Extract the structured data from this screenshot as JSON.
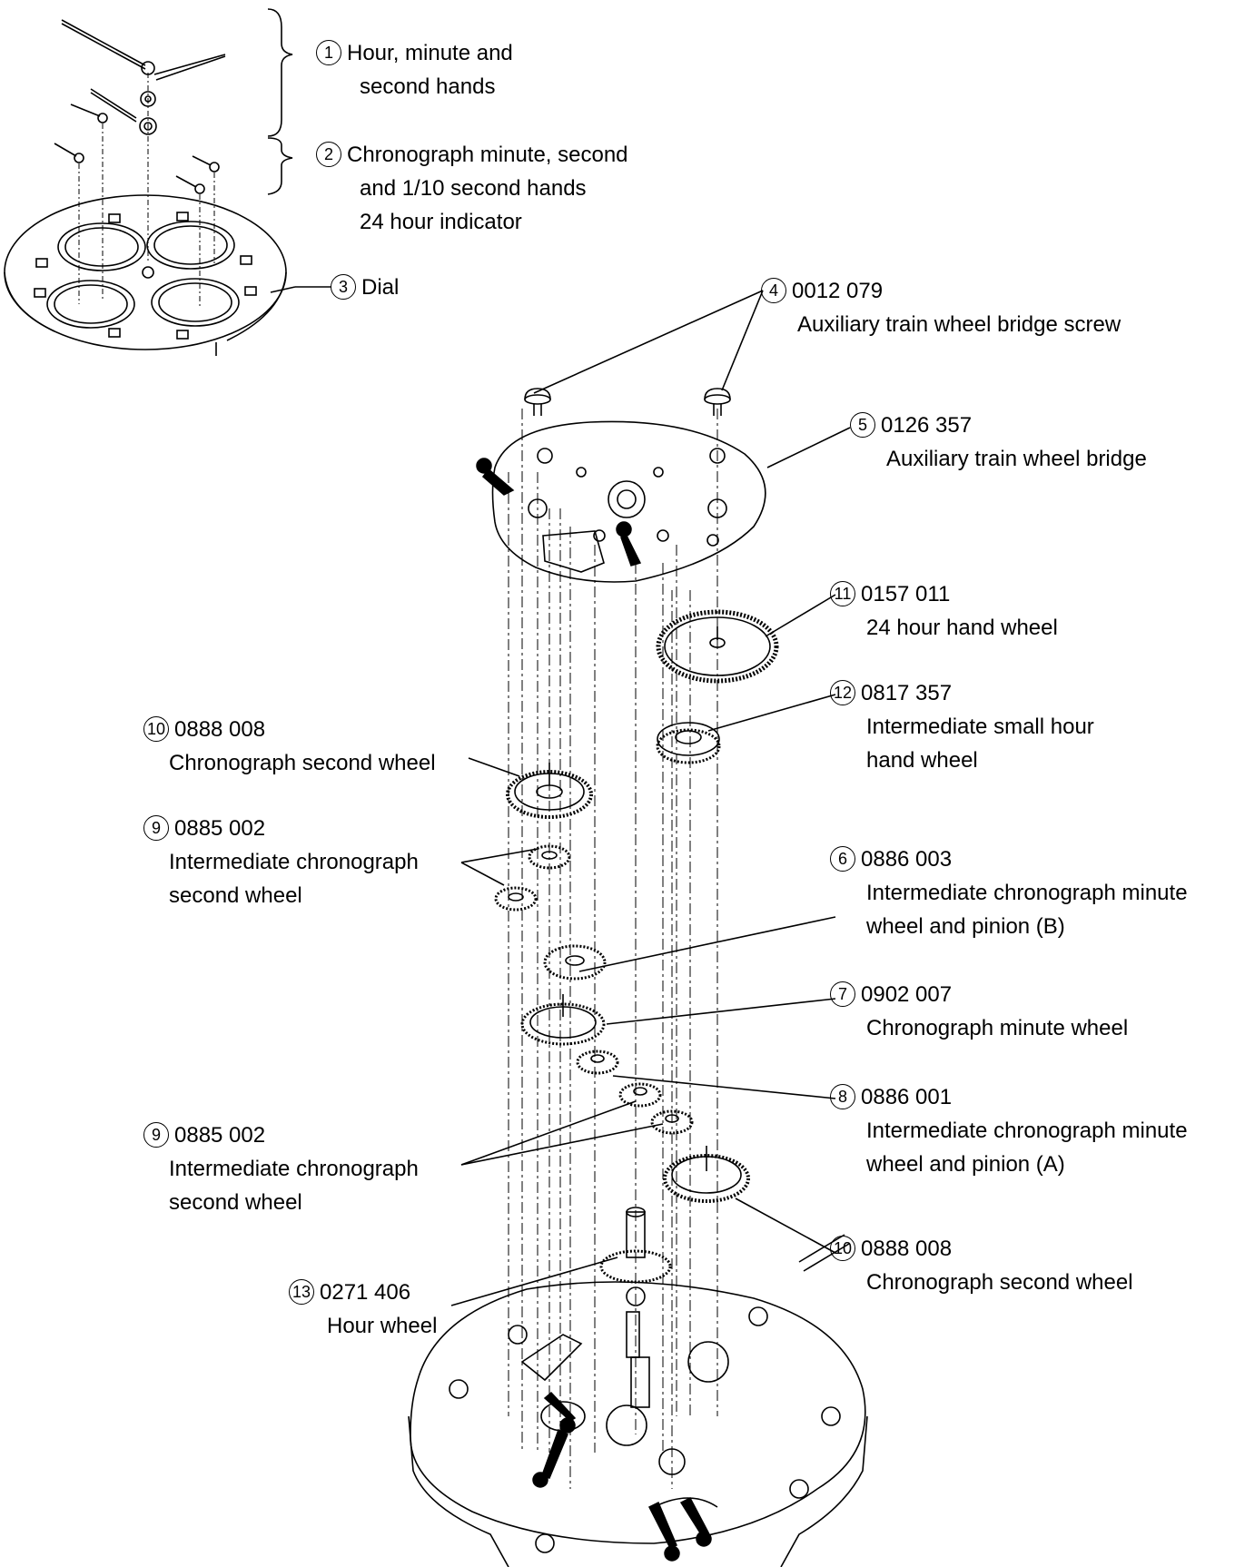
{
  "callouts": [
    {
      "num": "1",
      "lines": [
        "Hour, minute and",
        "second hands"
      ]
    },
    {
      "num": "2",
      "lines": [
        "Chronograph minute, second",
        "and 1/10 second hands",
        "24 hour indicator"
      ]
    },
    {
      "num": "3",
      "lines": [
        "Dial"
      ]
    },
    {
      "num": "4",
      "lines": [
        "0012 079",
        "Auxiliary train wheel bridge screw"
      ]
    },
    {
      "num": "5",
      "lines": [
        "0126 357",
        "Auxiliary train wheel bridge"
      ]
    },
    {
      "num": "11",
      "lines": [
        "0157 011",
        "24 hour hand wheel"
      ]
    },
    {
      "num": "12",
      "lines": [
        "0817 357",
        "Intermediate small hour",
        "hand wheel"
      ]
    },
    {
      "num": "10",
      "lines": [
        "0888 008",
        "Chronograph second wheel"
      ]
    },
    {
      "num": "9",
      "lines": [
        "0885 002",
        "Intermediate chronograph",
        "second wheel"
      ]
    },
    {
      "num": "6",
      "lines": [
        "0886 003",
        "Intermediate chronograph minute",
        "wheel and pinion (B)"
      ]
    },
    {
      "num": "7",
      "lines": [
        "0902 007",
        "Chronograph minute wheel"
      ]
    },
    {
      "num": "8",
      "lines": [
        "0886 001",
        "Intermediate chronograph minute",
        "wheel and pinion (A)"
      ]
    },
    {
      "num": "9",
      "lines": [
        "0885 002",
        "Intermediate chronograph",
        "second wheel"
      ]
    },
    {
      "num": "10",
      "lines": [
        "0888 008",
        "Chronograph second wheel"
      ]
    },
    {
      "num": "13",
      "lines": [
        "0271 406",
        "Hour wheel"
      ]
    }
  ]
}
